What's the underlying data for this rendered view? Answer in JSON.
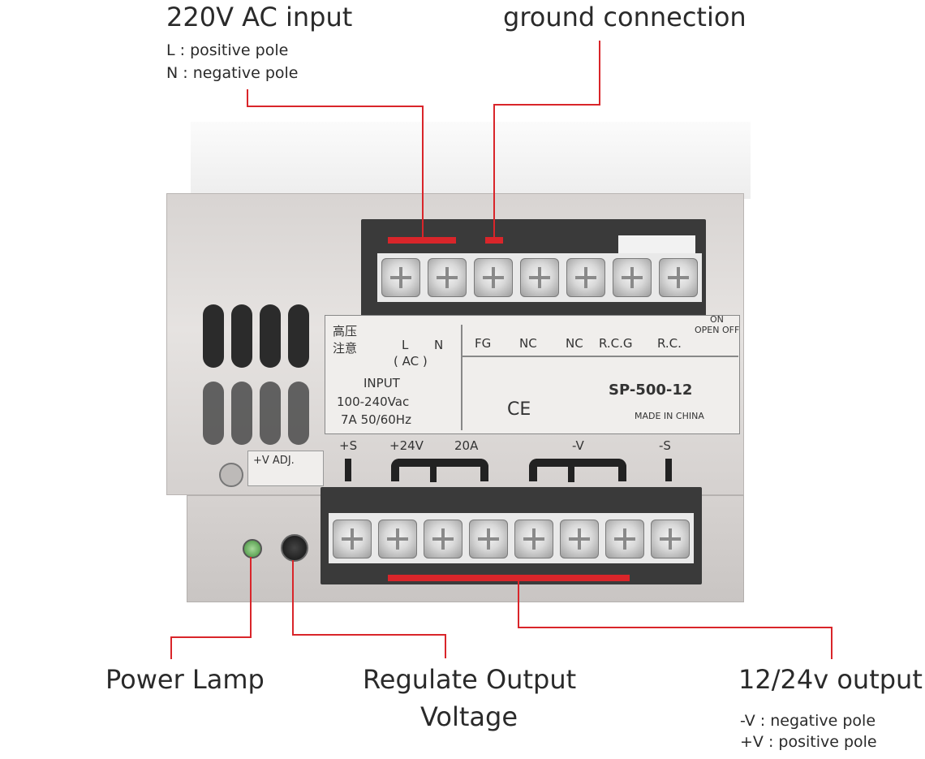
{
  "callouts": {
    "ac_input": {
      "title": "220V AC input",
      "lines": [
        "L : positive pole",
        "N : negative pole"
      ]
    },
    "ground": {
      "title": "ground connection"
    },
    "power_lamp": {
      "title": "Power Lamp"
    },
    "regulate": {
      "title_line1": "Regulate Output",
      "title_line2": "Voltage"
    },
    "output": {
      "title": "12/24v output",
      "lines": [
        "-V : negative pole",
        "+V : positive pole"
      ]
    }
  },
  "device": {
    "top_terminal_labels": [
      "FG",
      "NC",
      "NC",
      "R.C.G",
      "R.C."
    ],
    "chinese_warning": [
      "高压",
      "注意"
    ],
    "ln_labels": [
      "L",
      "N"
    ],
    "ac_label": "( AC )",
    "input_title": "INPUT",
    "input_voltage": "100-240Vac",
    "input_current": "7A  50/60Hz",
    "model": "SP-500-12",
    "ce_mark": "CE",
    "made_in": "MADE IN CHINA",
    "on_off": "ON",
    "open_off": "OPEN OFF",
    "bottom_labels": {
      "s_plus": "+S",
      "v24": "+24V",
      "amps": "20A",
      "v_minus": "-V",
      "s_minus": "-S"
    },
    "adj_label": "+V ADJ."
  },
  "colors": {
    "accent_red": "#d9252a"
  }
}
